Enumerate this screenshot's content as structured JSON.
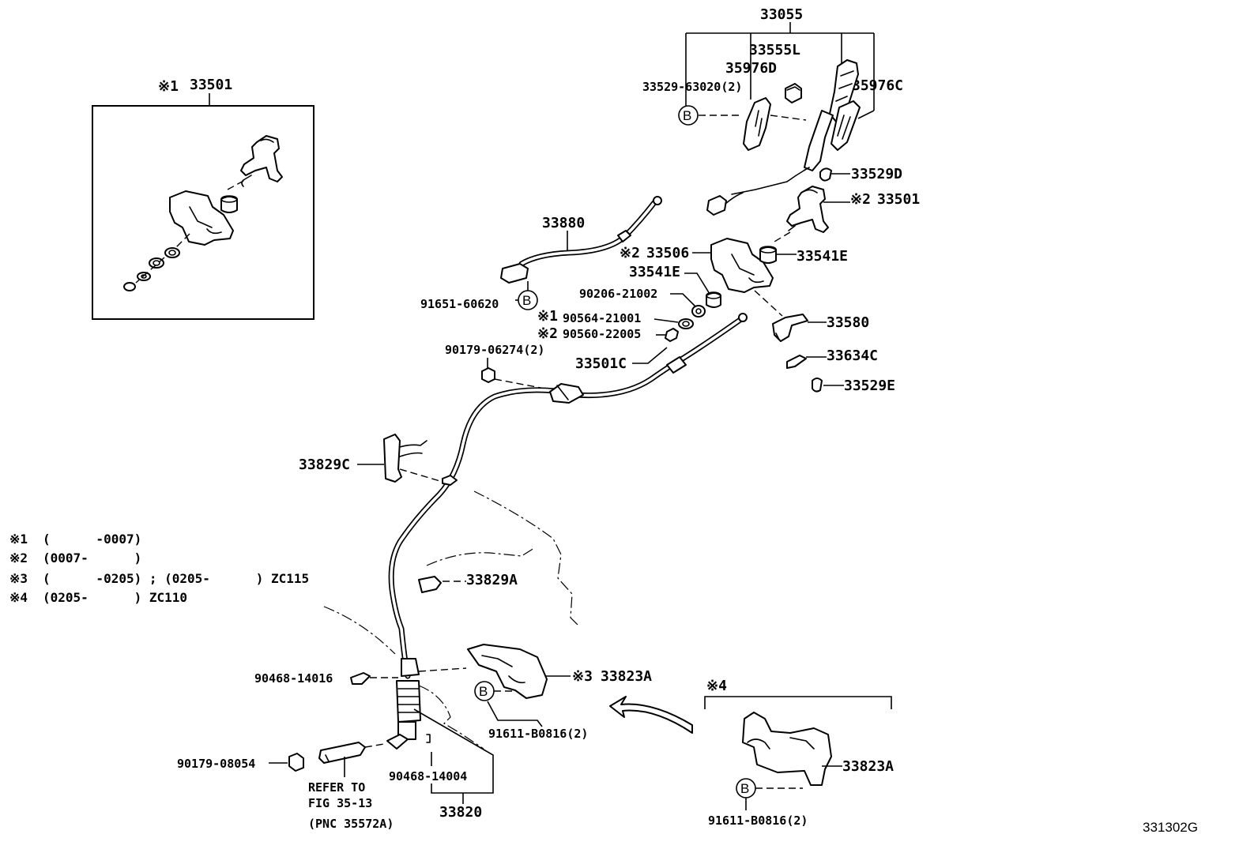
{
  "figure_id": "331302G",
  "labels": {
    "p33055": "33055",
    "p33555L": "33555L",
    "p35976D": "35976D",
    "p33529_63020": "33529-63020(2)",
    "p35976C": "35976C",
    "p33529D": "33529D",
    "p33501_r": "33501",
    "p33501_l": "33501",
    "p33880": "33880",
    "p33506": "33506",
    "p33541E_r": "33541E",
    "p33541E_l": "33541E",
    "p91651": "91651-60620",
    "p90206": "90206-21002",
    "p90564": "90564-21001",
    "p90560": "90560-22005",
    "p90179_06274": "90179-06274(2)",
    "p33501C": "33501C",
    "p33580": "33580",
    "p33634C": "33634C",
    "p33529E": "33529E",
    "p33829C": "33829C",
    "p33829A": "33829A",
    "p90468_14016": "90468-14016",
    "p33823A_top": "33823A",
    "p91611_top": "91611-B0816(2)",
    "p90179_08054": "90179-08054",
    "p90468_14004": "90468-14004",
    "p33820": "33820",
    "p33823A_bot": "33823A",
    "p91611_bot": "91611-B0816(2)"
  },
  "marks": {
    "m1": "※1",
    "m2a": "※2",
    "m2b": "※2",
    "m1b": "※1",
    "m2c": "※2",
    "m3": "※3",
    "m4": "※4"
  },
  "circle_b": "B",
  "notes": [
    {
      "mark": "※1",
      "text": "(      -0007)"
    },
    {
      "mark": "※2",
      "text": "(0007-      )"
    },
    {
      "mark": "※3",
      "text": "(      -0205) ; (0205-      ) ZC115"
    },
    {
      "mark": "※4",
      "text": "(0205-      ) ZC110"
    }
  ],
  "refer": {
    "line1": "REFER TO",
    "line2": "FIG 35-13",
    "line3": "(PNC 35572A)"
  }
}
